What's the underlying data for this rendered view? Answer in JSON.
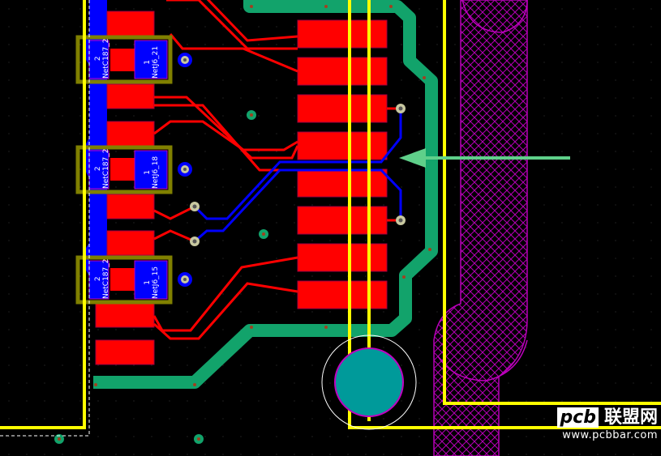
{
  "pads": [
    {
      "id": "C187_21",
      "pin2_num": "2",
      "pin2_net": "NetC187_2",
      "pin1_num": "1",
      "pin1_net": "NetJ6_21"
    },
    {
      "id": "C187_18",
      "pin2_num": "2",
      "pin2_net": "NetC187_2",
      "pin1_num": "1",
      "pin1_net": "NetJ6_18"
    },
    {
      "id": "C187_15",
      "pin2_num": "2",
      "pin2_net": "NetC187_2",
      "pin1_num": "1",
      "pin1_net": "NetJ6_15"
    }
  ],
  "colors": {
    "background": "#000000",
    "copper_top": "#ff0000",
    "copper_bottom": "#0000ff",
    "ground_trace": "#12a36b",
    "board_outline": "#ffff00",
    "keepout_hatch": "#c000c0",
    "overlay": "#808000",
    "mount_hole": "#009a9a",
    "arrow": "#5fd08a"
  },
  "watermark": {
    "logo": "pcb",
    "logo_cn": "联盟网",
    "url": "www.pcbbar.com"
  }
}
